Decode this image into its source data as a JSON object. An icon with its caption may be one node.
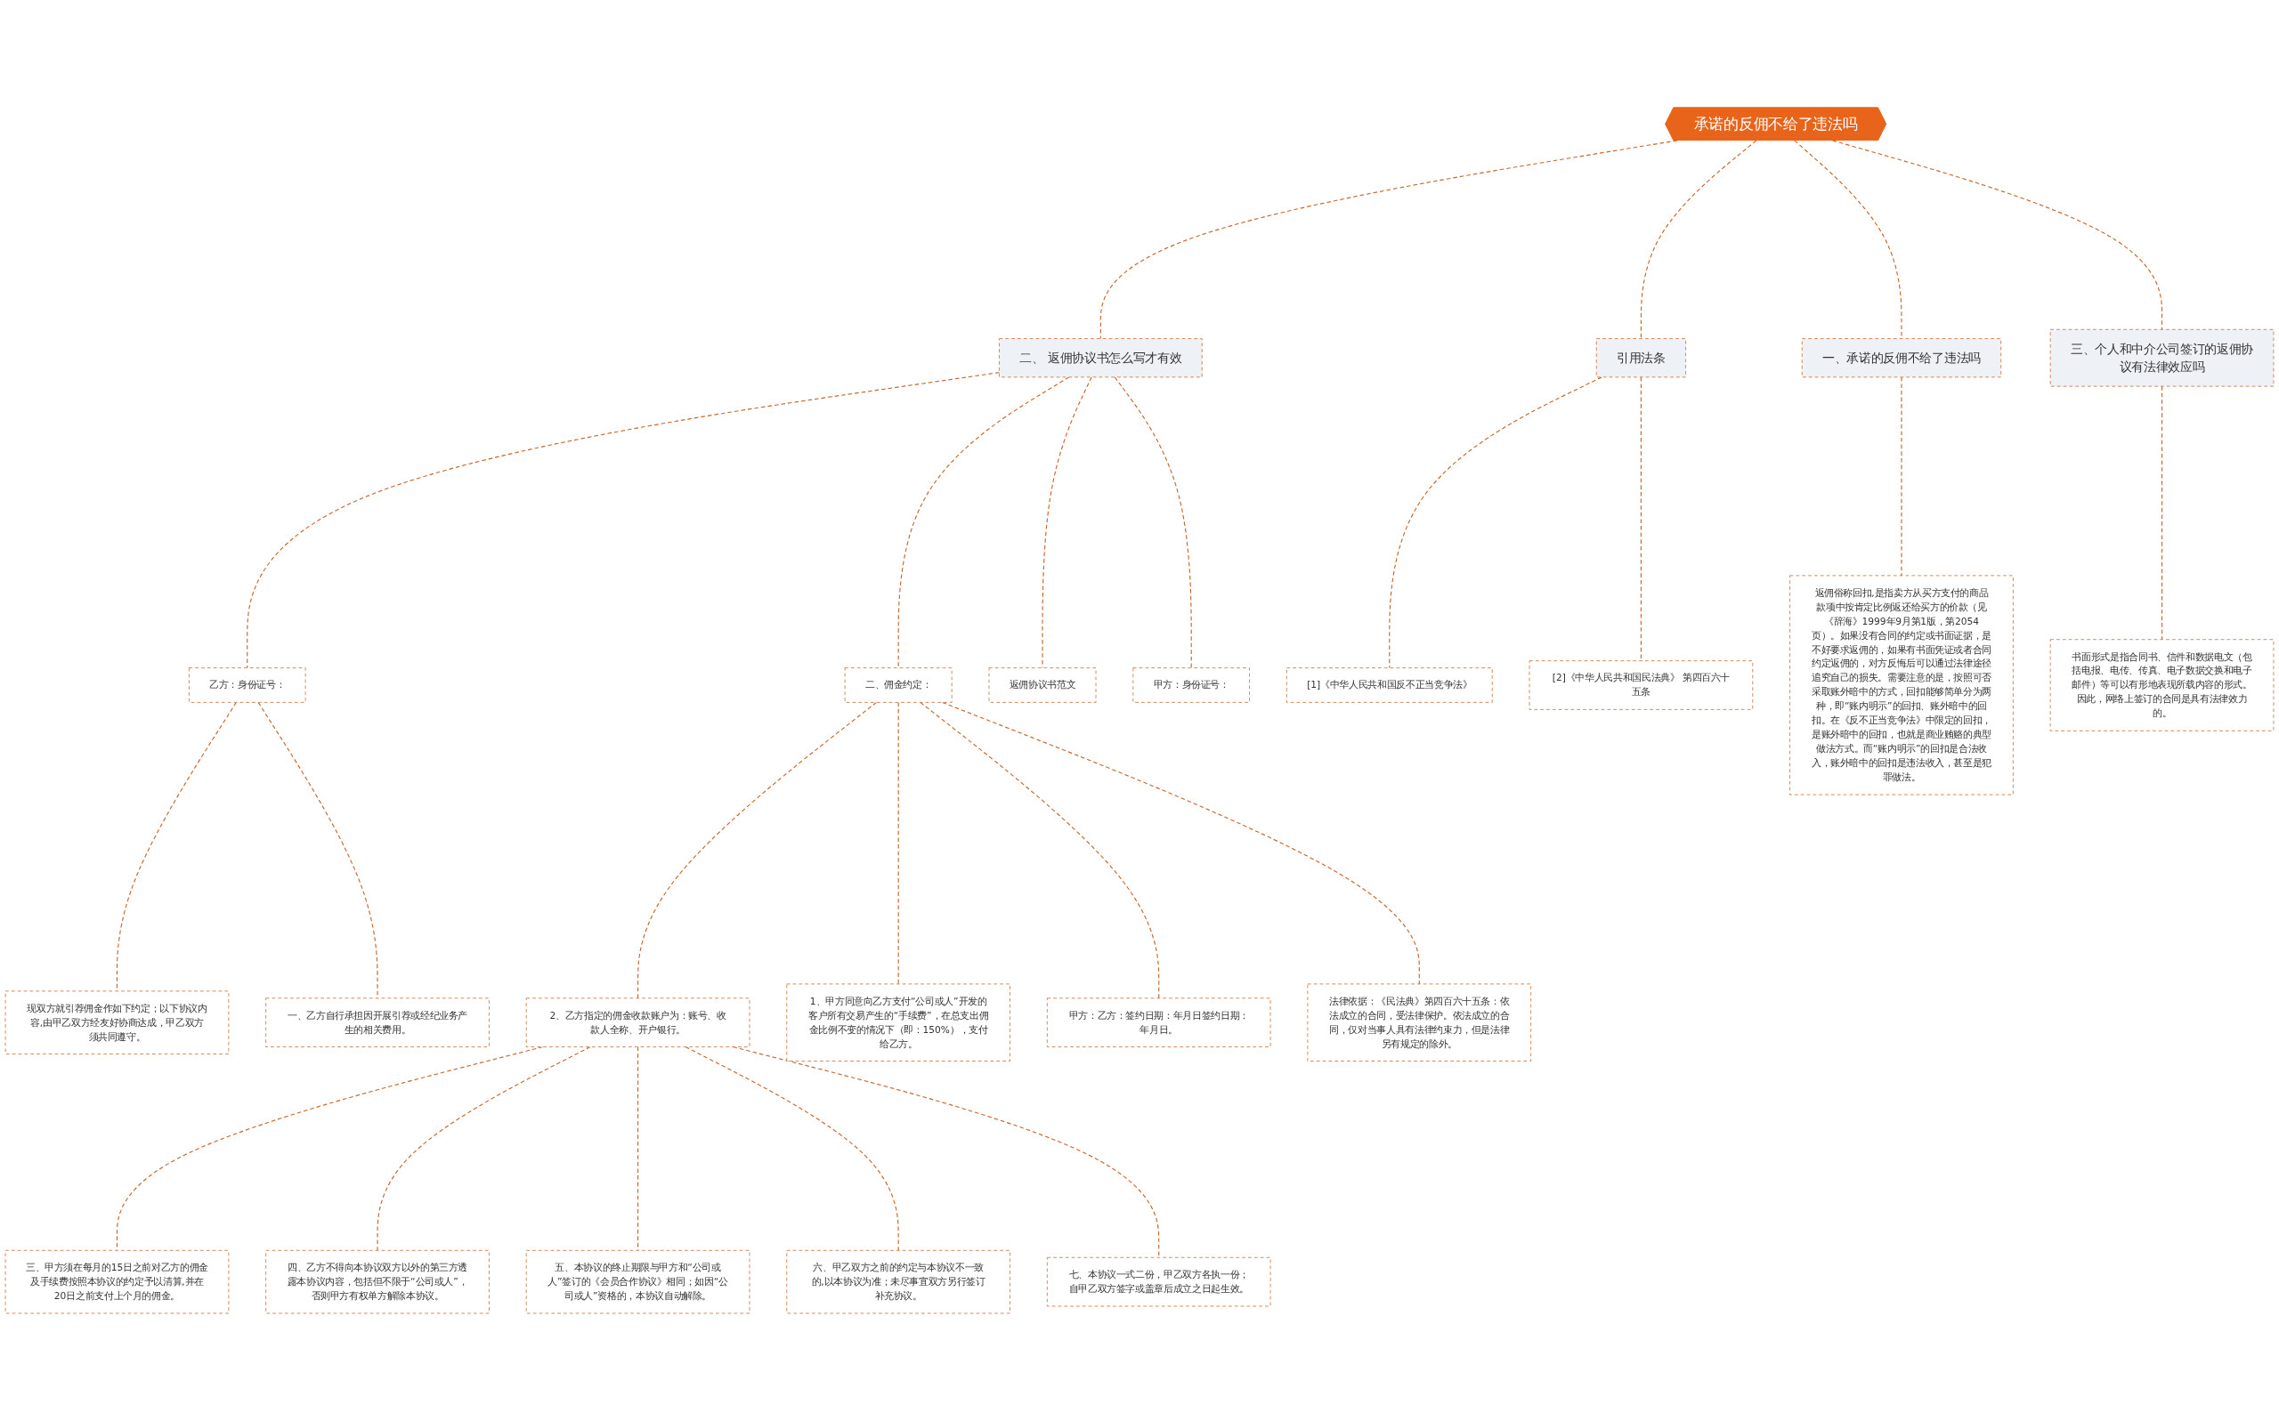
{
  "diagram": {
    "nodes": [
      {
        "text": [
          "承诺的反佣不给了违法吗"
        ]
      },
      {
        "text": [
          "二、 返佣协议书怎么写才有效"
        ]
      },
      {
        "text": [
          "返佣协议书范文"
        ]
      },
      {
        "text": [
          "甲方：身份证号："
        ]
      },
      {
        "text": [
          "乙方：身份证号："
        ]
      },
      {
        "text": [
          "现双方就引荐佣金作如下约定；以下协议内容,由甲乙双方经友好协商达成，甲乙双方须共同遵守。"
        ]
      },
      {
        "text": [
          "一、乙方自行承担因开展引荐或经纪业务产生的相关费用。"
        ]
      },
      {
        "text": [
          "二、佣金约定："
        ]
      },
      {
        "text": [
          "1、甲方同意向乙方支付“公司或人”开发的客户所有交易产生的“手续费”，在总支出佣金比例不变的情况下（即：150%），支付给乙方。"
        ]
      },
      {
        "text": [
          "2、乙方指定的佣金收款账户为：账号、收款人全称、开户银行。"
        ]
      },
      {
        "text": [
          "三、甲方须在每月的15日之前对乙方的佣金及手续费按照本协议的约定予以清算,并在20日之前支付上个月的佣金。"
        ]
      },
      {
        "text": [
          "四、乙方不得向本协议双方以外的第三方透露本协议内容，包括但不限于“公司或人”，否则甲方有权单方解除本协议。"
        ]
      },
      {
        "text": [
          "五、本协议的终止期限与甲方和“公司或人”签订的《会员合作协议》相同；如因“公司或人”资格的，本协议自动解除。"
        ]
      },
      {
        "text": [
          "六、甲乙双方之前的约定与本协议不一致的,以本协议为准；未尽事宜双方另行签订补充协议。"
        ]
      },
      {
        "text": [
          "七、本协议一式二份，甲乙双方各执一份；自甲乙双方签字或盖章后成立之日起生效。"
        ]
      },
      {
        "text": [
          "甲方：乙方：签约日期：年月日签约日期：年月日。"
        ]
      },
      {
        "text": [
          "法律依据：《民法典》第四百六十五条：依法成立的合同，受法律保护。依法成立的合同，仅对当事人具有法律约束力，但是法律另有规定的除外。"
        ]
      },
      {
        "text": [
          "引用法条"
        ]
      },
      {
        "text": [
          "[1]《中华人民共和国反不正当竞争法》"
        ]
      },
      {
        "text": [
          "[2]《中华人民共和国民法典》 第四百六十五条"
        ]
      },
      {
        "text": [
          "一、承诺的反佣不给了违法吗"
        ]
      },
      {
        "text": [
          "返佣俗称回扣,是指卖方从买方支付的商品款项中按肯定比例返还给买方的价款（见《辞海》1999年9月第1版，第2054页）。如果没有合同的约定或书面证据，是不好要求返佣的，如果有书面凭证或者合同约定返佣的，对方反悔后可以通过法律途径追究自己的损失。需要注意的是，按照可否采取账外暗中的方式，回扣能够简单分为两种，即“账内明示”的回扣、账外暗中的回扣。在《反不正当竞争法》中限定的回扣，是账外暗中的回扣，也就是商业贿赂的典型做法方式。而“账内明示”的回扣是合法收入，账外暗中的回扣是违法收入，甚至是犯罪做法。"
        ]
      },
      {
        "text": [
          "三、个人和中介公司签订的返佣协议有法律效应吗"
        ]
      },
      {
        "text": [
          "书面形式是指合同书、信件和数据电文（包括电报、电传、传真、电子数据交换和电子邮件）等可以有形地表现所载内容的形式。因此，网络上签订的合同是具有法律效力的。"
        ]
      }
    ],
    "edges": [
      {
        "from": 0,
        "to": 1,
        "arrow": "none",
        "style": "dashed"
      },
      {
        "from": 1,
        "to": 2,
        "arrow": "none",
        "style": "dashed"
      },
      {
        "from": 1,
        "to": 3,
        "arrow": "none",
        "style": "dashed"
      },
      {
        "from": 1,
        "to": 4,
        "arrow": "none",
        "style": "dashed"
      },
      {
        "from": 4,
        "to": 5,
        "arrow": "none",
        "style": "dashed"
      },
      {
        "from": 4,
        "to": 6,
        "arrow": "none",
        "style": "dashed"
      },
      {
        "from": 1,
        "to": 7,
        "arrow": "none",
        "style": "dashed"
      },
      {
        "from": 7,
        "to": 8,
        "arrow": "none",
        "style": "dashed"
      },
      {
        "from": 7,
        "to": 9,
        "arrow": "none",
        "style": "dashed"
      },
      {
        "from": 9,
        "to": 10,
        "arrow": "none",
        "style": "dashed"
      },
      {
        "from": 9,
        "to": 11,
        "arrow": "none",
        "style": "dashed"
      },
      {
        "from": 9,
        "to": 12,
        "arrow": "none",
        "style": "dashed"
      },
      {
        "from": 9,
        "to": 13,
        "arrow": "none",
        "style": "dashed"
      },
      {
        "from": 9,
        "to": 14,
        "arrow": "none",
        "style": "dashed"
      },
      {
        "from": 7,
        "to": 15,
        "arrow": "none",
        "style": "dashed"
      },
      {
        "from": 7,
        "to": 16,
        "arrow": "none",
        "style": "dashed"
      },
      {
        "from": 0,
        "to": 17,
        "arrow": "none",
        "style": "dashed"
      },
      {
        "from": 17,
        "to": 18,
        "arrow": "none",
        "style": "dashed"
      },
      {
        "from": 17,
        "to": 19,
        "arrow": "none",
        "style": "dashed"
      },
      {
        "from": 0,
        "to": 20,
        "arrow": "none",
        "style": "dashed"
      },
      {
        "from": 20,
        "to": 21,
        "arrow": "none",
        "style": "dashed"
      },
      {
        "from": 0,
        "to": 22,
        "arrow": "none",
        "style": "dashed"
      },
      {
        "from": 22,
        "to": 23,
        "arrow": "none",
        "style": "dashed"
      }
    ]
  }
}
